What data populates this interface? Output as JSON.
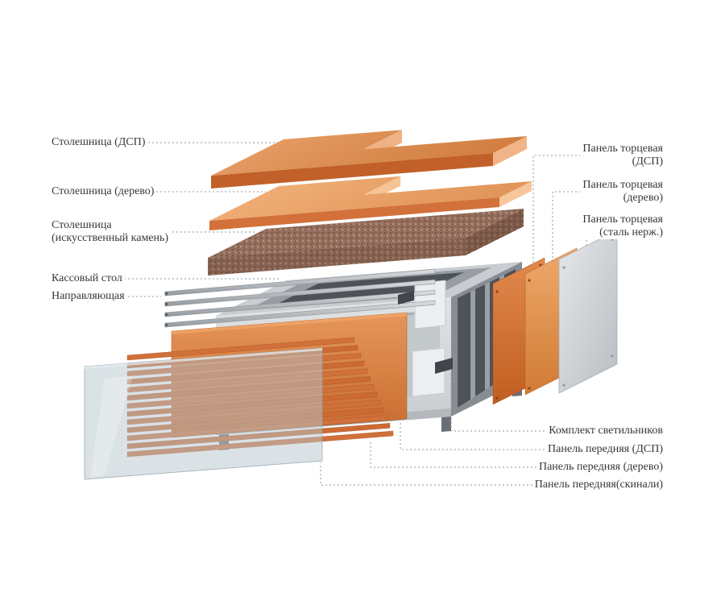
{
  "labels": {
    "left": [
      {
        "lines": [
          "Столешница (ДСП)"
        ]
      },
      {
        "lines": [
          "Столешница (дерево)"
        ]
      },
      {
        "lines": [
          "Столешница",
          "(искусственный камень)"
        ]
      },
      {
        "lines": [
          "Кассовый стол"
        ]
      },
      {
        "lines": [
          "Направляющая"
        ]
      }
    ],
    "right": [
      {
        "lines": [
          "Панель торцевая",
          "(ДСП)"
        ]
      },
      {
        "lines": [
          "Панель торцевая",
          "(дерево)"
        ]
      },
      {
        "lines": [
          "Панель торцевая",
          "(сталь нерж.)"
        ]
      },
      {
        "lines": [
          "Комплект светильников"
        ]
      },
      {
        "lines": [
          "Панель передняя (ДСП)"
        ]
      },
      {
        "lines": [
          "Панель передняя (дерево)"
        ]
      },
      {
        "lines": [
          "Панель передняя(скинали)"
        ]
      }
    ]
  },
  "colors": {
    "wood_dark": "#c2602a",
    "wood_mid": "#d98a56",
    "wood_light": "#f0b488",
    "steel_top": "#c9ccd0",
    "steel_face": "#878d93",
    "steel_dark": "#4e535a",
    "granite": "#97705e",
    "glass": "#b7c6ce",
    "leader_line": "#8e969c",
    "label_text": "#33383d"
  }
}
